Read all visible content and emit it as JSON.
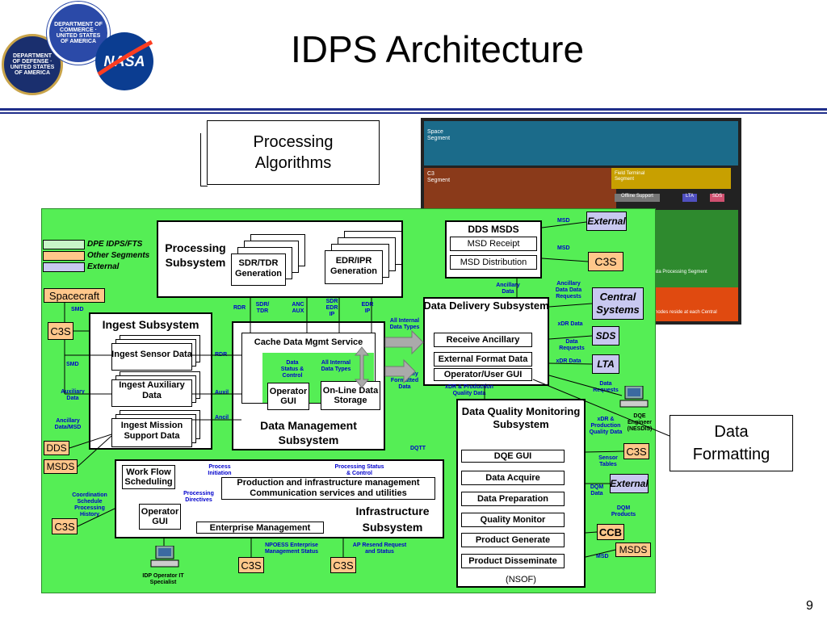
{
  "slide": {
    "title": "IDPS Architecture",
    "page_number": "9",
    "callout_processing": "Processing Algorithms",
    "callout_formatting": "Data Formatting"
  },
  "logos": {
    "dod": "DEPARTMENT OF DEFENSE · UNITED STATES OF AMERICA",
    "commerce": "DEPARTMENT OF COMMERCE · UNITED STATES OF AMERICA",
    "nasa": "NASA"
  },
  "legend": {
    "items": [
      {
        "label": "DPE IDPS/FTS",
        "color": "#c8f5c8"
      },
      {
        "label": "Other Segments",
        "color": "#ffc78a"
      },
      {
        "label": "External",
        "color": "#c8c8f0"
      }
    ]
  },
  "photo_inset": {
    "space_segment": "Space Segment",
    "c3_segment": "C3 Segment",
    "field_terminal": "Field Terminal Segment",
    "offline_support": "Offline Support",
    "lta": "LTA",
    "sds": "SDS",
    "processing_segment": "Interface Data Processing Segment",
    "central": "nodes reside at each Central"
  },
  "processing": {
    "title": "Processing Subsystem",
    "sdr_tdr": "SDR/TDR Generation",
    "edr_ipr": "EDR/IPR Generation"
  },
  "dds_msds": {
    "title": "DDS MSDS",
    "msd_receipt": "MSD Receipt",
    "msd_distribution": "MSD Distribution"
  },
  "externals": {
    "spacecraft": "Spacecraft",
    "c3s": "C3S",
    "dds": "DDS",
    "msds": "MSDS",
    "external": "External",
    "central_systems": "Central Systems",
    "sds": "SDS",
    "lta": "LTA",
    "ccb": "CCB"
  },
  "ingest": {
    "title": "Ingest Subsystem",
    "sensor": "Ingest Sensor Data",
    "aux": "Ingest Auxiliary Data",
    "mission": "Ingest Mission Support Data"
  },
  "data_mgmt": {
    "title": "Data Management Subsystem",
    "cache": "Cache Data Mgmt Service",
    "operator_gui": "Operator GUI",
    "online_storage": "On-Line Data Storage"
  },
  "delivery": {
    "title": "Data Delivery Subsystem",
    "receive": "Receive Ancillary",
    "external_format": "External Format Data",
    "operator_user_gui": "Operator/User GUI"
  },
  "dqm": {
    "title": "Data Quality Monitoring Subsystem",
    "items": [
      "DQE GUI",
      "Data Acquire",
      "Data Preparation",
      "Quality Monitor",
      "Product Generate",
      "Product Disseminate"
    ],
    "nsof": "(NSOF)"
  },
  "infra": {
    "title": "Infrastructure Subsystem",
    "workflow": "Work Flow Scheduling",
    "operator_gui": "Operator GUI",
    "prod_mgmt": "Production and infrastructure management Communication services and utilities",
    "enterprise": "Enterprise Management"
  },
  "labels": {
    "smd": "SMD",
    "smd2": "SMD",
    "aux_data": "Auxiliary Data",
    "anc_data_msd": "Ancillary Data/MSD",
    "rdr": "RDR",
    "rdr2": "RDR",
    "auxil": "Auxil",
    "ancil": "Ancil",
    "sdr_tdr": "SDR/ TDR",
    "anc_aux": "ANC AUX",
    "sdr_edr_ip": "SDR EDR IP",
    "edr_ip": "EDR IP",
    "all_internal": "All Internal Data Types",
    "all_internal2": "All Internal Data Types",
    "data_status": "Data Status & Control",
    "ext_formatted": "Externally Formatted Data",
    "msd1": "MSD",
    "msd2": "MSD",
    "msd3": "MSD",
    "anc_data": "Ancillary Data",
    "anc_data_req": "Ancillary Data Data Requests",
    "xdr_data": "xDR Data",
    "data_requests": "Data Requests",
    "xdr_data2": "xDR Data",
    "data_requests2": "Data Requests",
    "xdr_prod": "xDR & Production Quality Data",
    "xdr_prod2": "xDR & Production Quality Data",
    "dqe_engineer": "DQE Engineer (NESDIS)",
    "dqtt": "DQTT",
    "sensor_tables": "Sensor Tables",
    "dqm_data": "DQM Data",
    "dqm_products": "DQM Products",
    "process_initiation": "Process Initiation",
    "processing_status": "Processing Status & Control",
    "processing_directives": "Processing Directives",
    "coordination": "Coordination Schedule Processing History",
    "npoess": "NPOESS Enterprise Management Status",
    "ap_resend": "AP Resend Request and Status",
    "idp_operator": "IDP Operator IT Specialist"
  }
}
